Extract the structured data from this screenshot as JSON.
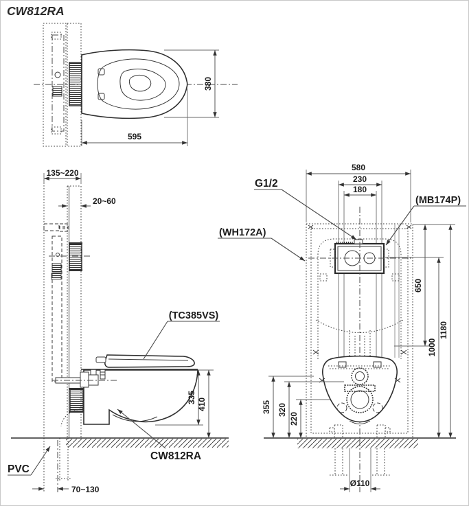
{
  "title": "CW812RA",
  "top_view": {
    "dim_depth": "380",
    "dim_length": "595"
  },
  "side_view": {
    "dim_wall_zone": "135~220",
    "dim_wall_thickness": "20~60",
    "dim_bowl_height": "335",
    "dim_rim_height": "410",
    "dim_drain_offset": "70~130",
    "label_seat": "(TC385VS)",
    "label_bowl": "CW812RA",
    "label_pipe": "PVC"
  },
  "front_view": {
    "dim_frame_width": "580",
    "dim_bolt_spacing": "230",
    "dim_inner_spacing": "180",
    "dim_plate_drop": "650",
    "dim_supply_height": "1000",
    "dim_frame_height": "1180",
    "dim_rim_a": "355",
    "dim_rim_b": "320",
    "dim_rim_c": "220",
    "dim_drain_dia": "Ø110",
    "label_supply": "G1/2",
    "label_plate": "(MB174P)",
    "label_frame": "(WH172A)"
  },
  "colors": {
    "line": "#3a3a3a",
    "dim": "#555555",
    "text": "#1c1c1c",
    "background": "#ffffff",
    "border": "#c8c8c8"
  }
}
